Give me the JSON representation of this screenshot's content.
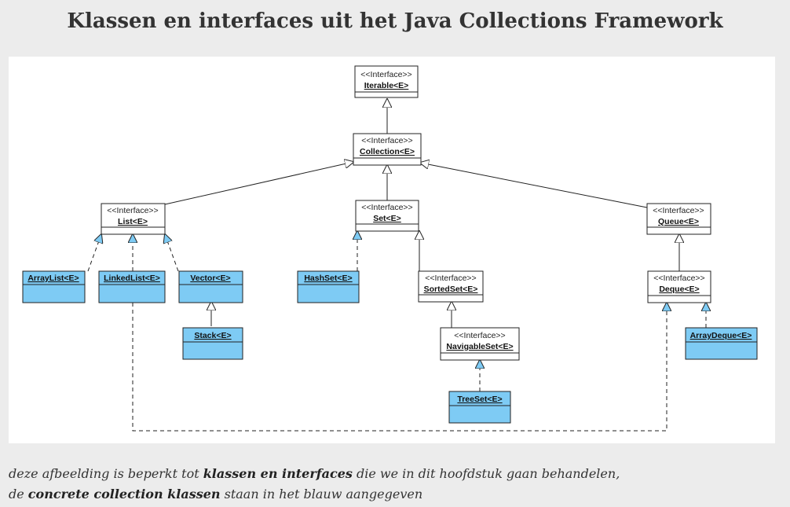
{
  "title": "Klassen en interfaces uit het Java Collections Framework",
  "diagram": {
    "stereotype": "<<Interface>>",
    "nodes": {
      "iterable": {
        "name": "Iterable<E>",
        "kind": "interface"
      },
      "collection": {
        "name": "Collection<E>",
        "kind": "interface"
      },
      "list": {
        "name": "List<E>",
        "kind": "interface"
      },
      "set": {
        "name": "Set<E>",
        "kind": "interface"
      },
      "queue": {
        "name": "Queue<E>",
        "kind": "interface"
      },
      "arraylist": {
        "name": "ArrayList<E>",
        "kind": "class"
      },
      "linkedlist": {
        "name": "LinkedList<E>",
        "kind": "class"
      },
      "vector": {
        "name": "Vector<E>",
        "kind": "class"
      },
      "stack": {
        "name": "Stack<E>",
        "kind": "class"
      },
      "hashset": {
        "name": "HashSet<E>",
        "kind": "class"
      },
      "sortedset": {
        "name": "SortedSet<E>",
        "kind": "interface"
      },
      "navigableset": {
        "name": "NavigableSet<E>",
        "kind": "interface"
      },
      "treeset": {
        "name": "TreeSet<E>",
        "kind": "class"
      },
      "deque": {
        "name": "Deque<E>",
        "kind": "interface"
      },
      "arraydeque": {
        "name": "ArrayDeque<E>",
        "kind": "class"
      }
    },
    "colors": {
      "class_fill": "#7ecbf4",
      "interface_fill": "#ffffff",
      "border": "#222222"
    }
  },
  "caption": {
    "line1_a": "deze afbeelding is beperkt tot ",
    "line1_b": "klassen en interfaces",
    "line1_c": " die we in dit hoofdstuk gaan behandelen,",
    "line2_a": "de ",
    "line2_b": "concrete collection klassen",
    "line2_c": " staan in het blauw aangegeven"
  }
}
